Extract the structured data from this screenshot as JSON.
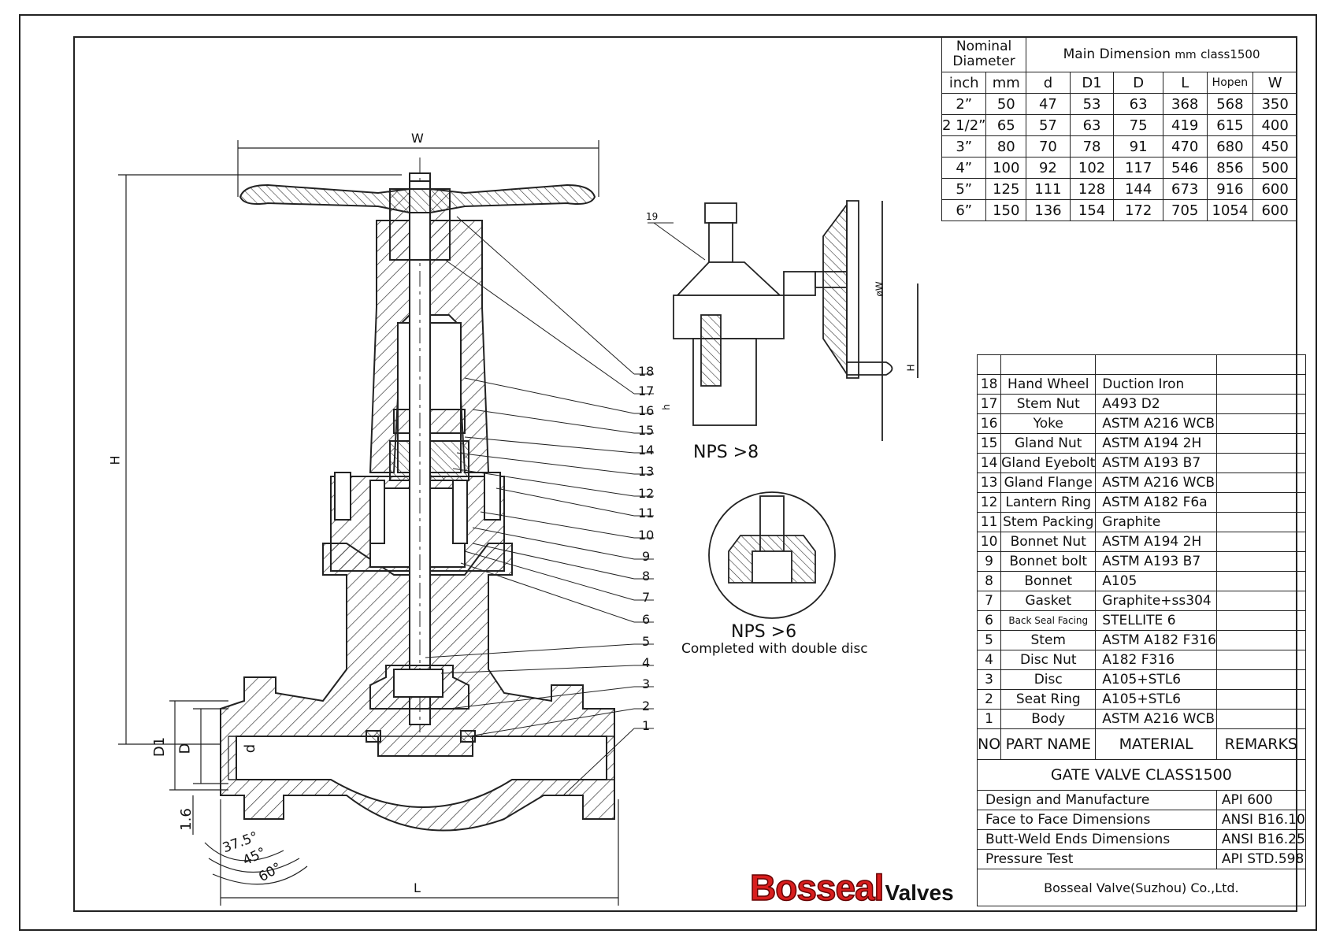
{
  "dimension_table": {
    "nominal_label": "Nominal Diameter",
    "main_dimension_label": "Main Dimension",
    "unit_label": "mm",
    "class_label": "class1500",
    "columns": [
      "inch",
      "mm",
      "d",
      "D1",
      "D",
      "L",
      "Hopen",
      "W"
    ],
    "rows": [
      [
        "2”",
        "50",
        "47",
        "53",
        "63",
        "368",
        "568",
        "350"
      ],
      [
        "2 1/2”",
        "65",
        "57",
        "63",
        "75",
        "419",
        "615",
        "400"
      ],
      [
        "3”",
        "80",
        "70",
        "78",
        "91",
        "470",
        "680",
        "450"
      ],
      [
        "4”",
        "100",
        "92",
        "102",
        "117",
        "546",
        "856",
        "500"
      ],
      [
        "5”",
        "125",
        "111",
        "128",
        "144",
        "673",
        "916",
        "600"
      ],
      [
        "6”",
        "150",
        "136",
        "154",
        "172",
        "705",
        "1054",
        "600"
      ]
    ]
  },
  "parts_table": {
    "parts": [
      {
        "no": "18",
        "name": "Hand Wheel",
        "material": "Duction Iron",
        "remarks": ""
      },
      {
        "no": "17",
        "name": "Stem Nut",
        "material": "A493 D2",
        "remarks": ""
      },
      {
        "no": "16",
        "name": "Yoke",
        "material": "ASTM A216 WCB",
        "remarks": ""
      },
      {
        "no": "15",
        "name": "Gland Nut",
        "material": "ASTM A194 2H",
        "remarks": ""
      },
      {
        "no": "14",
        "name": "Gland Eyebolt",
        "material": "ASTM A193 B7",
        "remarks": ""
      },
      {
        "no": "13",
        "name": "Gland Flange",
        "material": "ASTM A216 WCB",
        "remarks": ""
      },
      {
        "no": "12",
        "name": "Lantern Ring",
        "material": "ASTM A182 F6a",
        "remarks": ""
      },
      {
        "no": "11",
        "name": "Stem Packing",
        "material": "Graphite",
        "remarks": ""
      },
      {
        "no": "10",
        "name": "Bonnet Nut",
        "material": "ASTM A194 2H",
        "remarks": ""
      },
      {
        "no": "9",
        "name": "Bonnet bolt",
        "material": "ASTM A193 B7",
        "remarks": ""
      },
      {
        "no": "8",
        "name": "Bonnet",
        "material": "A105",
        "remarks": ""
      },
      {
        "no": "7",
        "name": "Gasket",
        "material": "Graphite+ss304",
        "remarks": ""
      },
      {
        "no": "6",
        "name": "Back Seal Facing",
        "material": "STELLITE 6",
        "remarks": ""
      },
      {
        "no": "5",
        "name": "Stem",
        "material": "ASTM A182 F316",
        "remarks": ""
      },
      {
        "no": "4",
        "name": "Disc Nut",
        "material": "A182 F316",
        "remarks": ""
      },
      {
        "no": "3",
        "name": "Disc",
        "material": "A105+STL6",
        "remarks": ""
      },
      {
        "no": "2",
        "name": "Seat Ring",
        "material": "A105+STL6",
        "remarks": ""
      },
      {
        "no": "1",
        "name": "Body",
        "material": "ASTM A216 WCB",
        "remarks": ""
      }
    ],
    "header": {
      "no": "NO",
      "name": "PART NAME",
      "material": "MATERIAL",
      "remarks": "REMARKS"
    },
    "title": "GATE VALVE CLASS1500",
    "standards": [
      {
        "label": "Design and Manufacture",
        "value": "API 600"
      },
      {
        "label": "Face to Face Dimensions",
        "value": "ANSI B16.10"
      },
      {
        "label": "Butt-Weld Ends Dimensions",
        "value": "ANSI B16.25"
      },
      {
        "label": "Pressure Test",
        "value": "API STD.598"
      }
    ],
    "company": "Bosseal Valve(Suzhou) Co.,Ltd."
  },
  "drawing": {
    "dim_w": "W",
    "dim_h": "H",
    "dim_l": "L",
    "dim_d1": "D1",
    "dim_d": "D",
    "dim_small_d": "d",
    "dim_bevel": "1.6",
    "angle_1": "37.5°",
    "angle_2": "45°",
    "angle_3": "60°",
    "callouts": [
      "18",
      "17",
      "16",
      "15",
      "14",
      "13",
      "12",
      "11",
      "10",
      "9",
      "8",
      "7",
      "6",
      "5",
      "4",
      "3",
      "2",
      "1"
    ],
    "gear_callout": "19",
    "gear_dim_w": "øW",
    "gear_dim_h": "H",
    "gear_dim_h_small": "h",
    "nps8_label": "NPS >8",
    "nps6_label": "NPS >6",
    "double_disc_note": "Completed with double disc"
  },
  "logo": {
    "brand": "Bosseal",
    "suffix": "Valves",
    "brand_color": "#d81e1e"
  }
}
